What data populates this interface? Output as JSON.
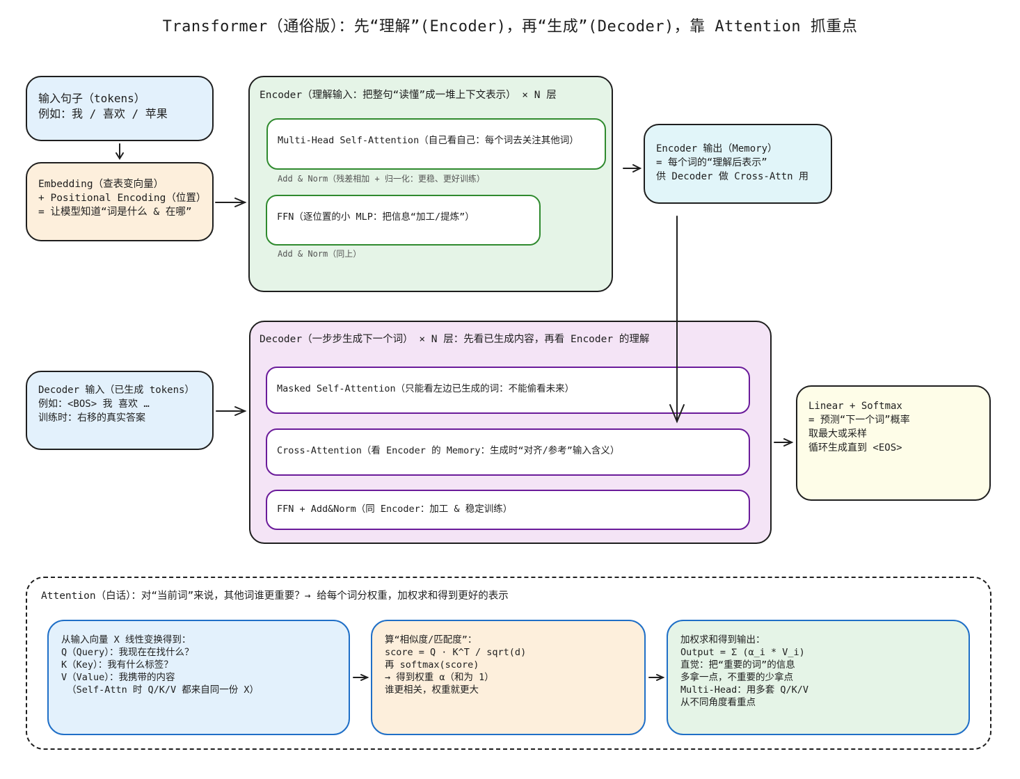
{
  "title": "Transformer（通俗版）：先“理解”(Encoder)，再“生成”(Decoder)，靠 Attention 抓重点",
  "input_box": {
    "line1": "输入句子（tokens）",
    "line2": "例如：我 / 喜欢 / 苹果"
  },
  "embedding_box": {
    "line1": "Embedding（查表变向量）",
    "line2": "+ Positional Encoding（位置）",
    "line3": "= 让模型知道“词是什么 & 在哪”"
  },
  "encoder": {
    "label": "Encoder（理解输入：把整句“读懂”成一堆上下文表示） × N 层",
    "self_attention": "Multi-Head Self-Attention（自己看自己：每个词去关注其他词）",
    "add_norm_1": "Add & Norm（残差相加 + 归一化：更稳、更好训练）",
    "ffn": "FFN（逐位置的小 MLP：把信息“加工/提炼”）",
    "add_norm_2": "Add & Norm（同上）"
  },
  "encoder_output": {
    "line1": "Encoder 输出（Memory）",
    "line2": "= 每个词的“理解后表示”",
    "line3": "供 Decoder 做 Cross-Attn 用"
  },
  "decoder_input": {
    "line1": "Decoder 输入（已生成 tokens）",
    "line2": "例如：<BOS> 我 喜欢 …",
    "line3": "训练时：右移的真实答案"
  },
  "decoder": {
    "label": "Decoder（一步步生成下一个词） × N 层：先看已生成内容，再看 Encoder 的理解",
    "masked_attention": "Masked Self-Attention（只能看左边已生成的词：不能偷看未来）",
    "cross_attention": "Cross-Attention（看 Encoder 的 Memory：生成时“对齐/参考”输入含义）",
    "ffn": "FFN + Add&Norm（同 Encoder：加工 & 稳定训练）"
  },
  "output_box": {
    "line1": "Linear + Softmax",
    "line2": "= 预测“下一个词”概率",
    "line3": "取最大或采样",
    "line4": "循环生成直到 <EOS>"
  },
  "attention_section": {
    "label": "Attention（白话）：对“当前词”来说，其他词谁更重要？→ 给每个词分权重，加权求和得到更好的表示",
    "step1": {
      "line1": "从输入向量 X 线性变换得到：",
      "line2": "Q（Query）：我现在在找什么？",
      "line3": "K（Key）：我有什么标签？",
      "line4": "V（Value）：我携带的内容",
      "line5": " （Self-Attn 时 Q/K/V 都来自同一份 X）"
    },
    "step2": {
      "line1": "算“相似度/匹配度”：",
      "line2": "score = Q · K^T / sqrt(d)",
      "line3": "再 softmax(score)",
      "line4": "→ 得到权重 α（和为 1）",
      "line5": "谁更相关，权重就更大"
    },
    "step3": {
      "line1": "加权求和得到输出：",
      "line2": "Output = Σ (α_i * V_i)",
      "line3": "直觉：把“重要的词”的信息",
      "line4": "多拿一点，不重要的少拿点",
      "line5": "Multi-Head：用多套 Q/K/V",
      "line6": "从不同角度看重点"
    }
  },
  "colors": {
    "stroke": "#1e1e1e",
    "encoder_inner_stroke": "#2f8a2e",
    "decoder_inner_stroke": "#6a1b9a",
    "attention_stroke": "#1f6fc7",
    "blue_fill": "#e3f1fc",
    "peach_fill": "#fdefdc",
    "green_fill": "#e5f4e7",
    "cyan_fill": "#e1f5f9",
    "purple_fill": "#f4e4f6",
    "yellow_fill": "#fefde8"
  }
}
